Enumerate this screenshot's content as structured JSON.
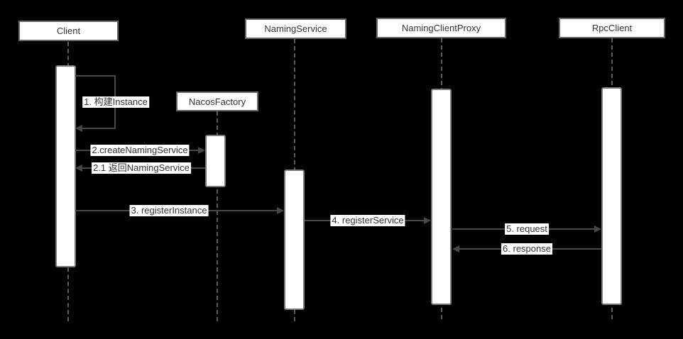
{
  "participants": [
    {
      "label": "Client"
    },
    {
      "label": "NamingService"
    },
    {
      "label": "NamingClientProxy"
    },
    {
      "label": "RpcClient"
    },
    {
      "label": "NacosFactory"
    }
  ],
  "messages": [
    {
      "seq": "1",
      "label": "1. 构建Instance",
      "from": "Client",
      "to": "Client",
      "kind": "self"
    },
    {
      "seq": "2",
      "label": "2.createNamingService",
      "from": "Client",
      "to": "NacosFactory",
      "kind": "call"
    },
    {
      "seq": "2.1",
      "label": "2.1 返回NamingService",
      "from": "NacosFactory",
      "to": "Client",
      "kind": "return"
    },
    {
      "seq": "3",
      "label": "3. registerInstance",
      "from": "Client",
      "to": "NamingService",
      "kind": "call"
    },
    {
      "seq": "4",
      "label": "4. registerService",
      "from": "NamingService",
      "to": "NamingClientProxy",
      "kind": "call"
    },
    {
      "seq": "5",
      "label": "5. request",
      "from": "NamingClientProxy",
      "to": "RpcClient",
      "kind": "call"
    },
    {
      "seq": "6",
      "label": "6. response",
      "from": "RpcClient",
      "to": "NamingClientProxy",
      "kind": "return"
    }
  ],
  "colors": {
    "background": "#000000",
    "box_fill": "#ffffff",
    "box_border": "#676767",
    "activation_border": "#7b7b7b",
    "lifeline": "#5c5c5c",
    "message_line": "#474747",
    "text": "#333333"
  }
}
